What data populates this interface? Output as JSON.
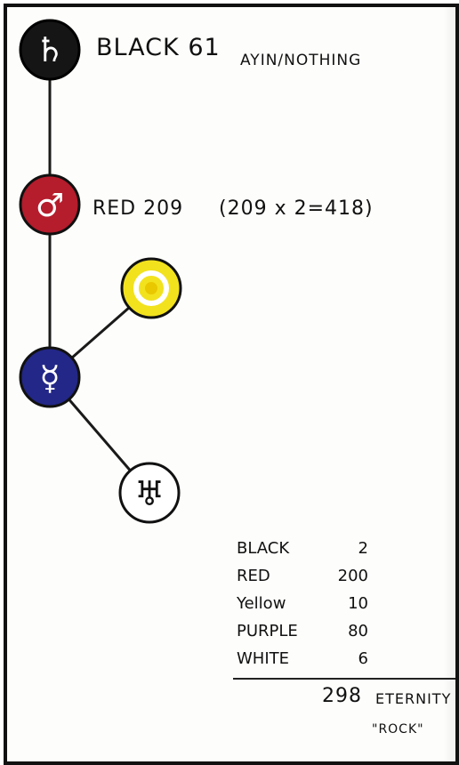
{
  "nodes": [
    {
      "id": "black",
      "symbol": "♄",
      "symbol_name": "saturn-icon",
      "fill": "#151515",
      "stroke": "#000000",
      "glyph_color": "#ffffff"
    },
    {
      "id": "red",
      "symbol": "♂",
      "symbol_name": "mars-icon",
      "fill": "#b51c2c",
      "stroke": "#111111",
      "glyph_color": "#ffffff"
    },
    {
      "id": "yellow",
      "symbol": "☉",
      "symbol_name": "sun-icon",
      "fill": "#f2e21e",
      "stroke": "#111111",
      "glyph_color": "#e9c800"
    },
    {
      "id": "purple",
      "symbol": "☿",
      "symbol_name": "mercury-icon",
      "fill": "#232787",
      "stroke": "#111111",
      "glyph_color": "#ffffff"
    },
    {
      "id": "white",
      "symbol": "♅",
      "symbol_name": "uranus-icon",
      "fill": "#ffffff",
      "stroke": "#111111",
      "glyph_color": "#111111"
    }
  ],
  "labels": {
    "black_main": "BLACK 61",
    "black_sub": "AYIN/NOTHING",
    "red_main": "RED 209",
    "red_sub": "(209 x 2=418)"
  },
  "legend": [
    {
      "name": "BLACK",
      "value": "2"
    },
    {
      "name": "RED",
      "value": "200"
    },
    {
      "name": "Yellow",
      "value": "10"
    },
    {
      "name": "PURPLE",
      "value": "80"
    },
    {
      "name": "WHITE",
      "value": "6"
    }
  ],
  "total": {
    "number": "298",
    "word": "ETERNITY",
    "note": "\"ROCK\""
  },
  "colors": {
    "ink": "#111111",
    "paper": "#fdfdfb",
    "frame": "#111111"
  }
}
